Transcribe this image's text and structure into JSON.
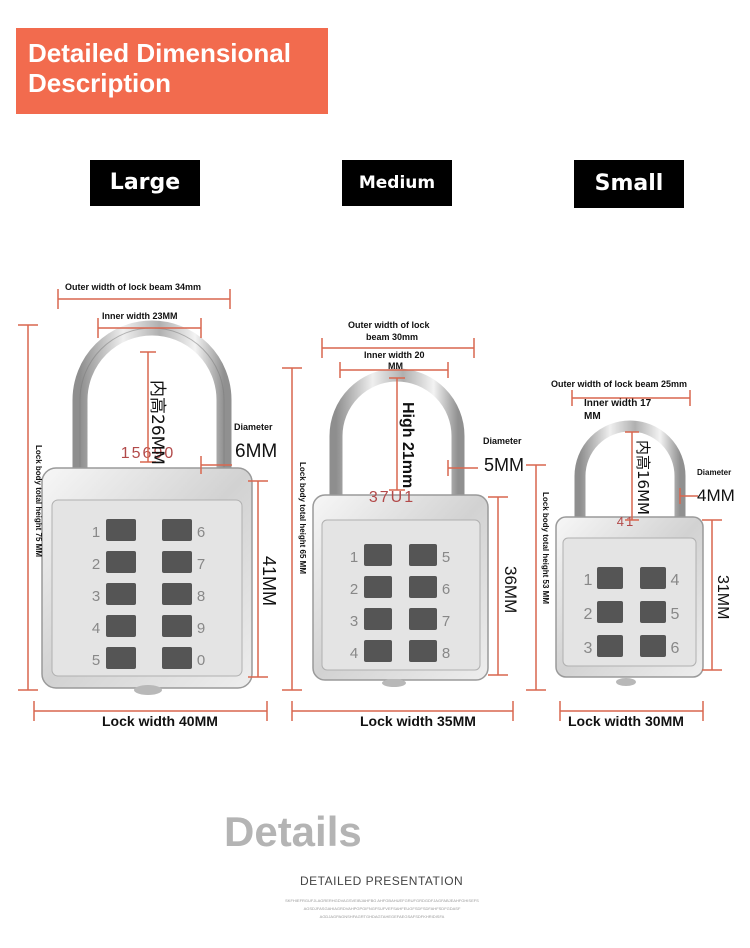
{
  "banner": {
    "line1": "Detailed Dimensional",
    "line2": "Description"
  },
  "sizes": {
    "large": "Large",
    "medium": "Medium",
    "small": "Small"
  },
  "large": {
    "outer_width": "Outer width of lock beam 34mm",
    "inner_width": "Inner width 23MM",
    "inner_height": "内高26MM",
    "diameter_label": "Diameter",
    "diameter_value": "6MM",
    "total_height": "Lock body total height 75 MM",
    "body_height": "41MM",
    "lock_width": "Lock width 40MM",
    "engraving": "15690",
    "left_digits": [
      "1",
      "2",
      "3",
      "4",
      "5"
    ],
    "right_digits": [
      "6",
      "7",
      "8",
      "9",
      "0"
    ]
  },
  "medium": {
    "outer_width_1": "Outer width of lock",
    "outer_width_2": "beam 30mm",
    "inner_width_1": "Inner width 20",
    "inner_width_2": "MM",
    "inner_height": "High 21mm",
    "diameter_label": "Diameter",
    "diameter_value": "5MM",
    "total_height": "Lock body total height 65 MM",
    "body_height": "36MM",
    "lock_width": "Lock width 35MM",
    "engraving": "37U1",
    "left_digits": [
      "1",
      "2",
      "3",
      "4"
    ],
    "right_digits": [
      "5",
      "6",
      "7",
      "8"
    ]
  },
  "small": {
    "outer_width": "Outer width of lock beam 25mm",
    "inner_width_1": "Inner width 17",
    "inner_width_2": "MM",
    "inner_height": "内高16MM",
    "diameter_label": "Diameter",
    "diameter_value": "4MM",
    "total_height": "Lock body total height 53 MM",
    "body_height": "31MM",
    "lock_width": "Lock width 30MM",
    "engraving": "41",
    "left_digits": [
      "1",
      "2",
      "3"
    ],
    "right_digits": [
      "4",
      "5",
      "6"
    ]
  },
  "footer": {
    "title": "Details",
    "subtitle": "DETAILED PRESENTATION",
    "fine_1": "SKFHIEFRGUFJLAGRERHGDVAGSVEIBJAHFBG AHFGBAHUEFGRUFGRDGDFJAGFABJEAHFGHISEFS",
    "fine_2": "AGSDJFASGAHIAGRDVAHPGPGIFNGFSUFVEFSAHFEUGFSDFSDFAHFSDFGDASF",
    "fine_3": "AGDJAGPAGNSHFAGRTGHDAGTAHEGEFAEGSAFSDFKHRIDISFA"
  },
  "colors": {
    "banner": "#f26b4e",
    "dimension_line": "#d9674f",
    "steel": "#c9c9c9"
  }
}
